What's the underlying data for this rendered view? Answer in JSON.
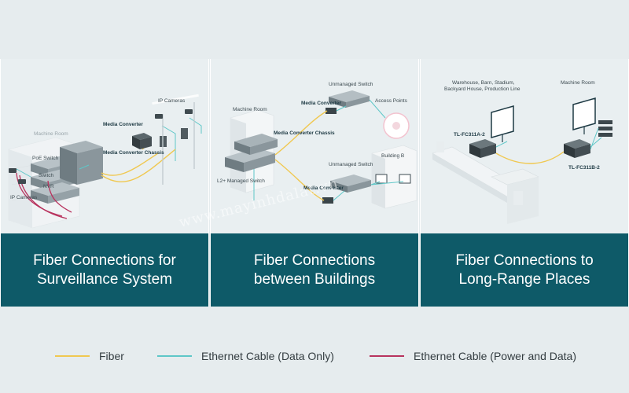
{
  "colors": {
    "fiber": "#f0c850",
    "ethernet_data": "#5ec7c8",
    "ethernet_power": "#b8335e",
    "caption_bg": "#0e5a68"
  },
  "panels": [
    {
      "title_line1": "Fiber Connections for",
      "title_line2": "Surveillance System",
      "labels": {
        "ip_cameras_top": "IP Cameras",
        "media_converter": "Media Converter",
        "media_converter_chassis": "Media Converter Chassis",
        "machine_room": "Machine Room",
        "poe_switch": "PoE Switch",
        "switch": "Switch",
        "nvr": "NVR",
        "ip_cameras_left": "IP Cameras"
      }
    },
    {
      "title_line1": "Fiber Connections",
      "title_line2": "between Buildings",
      "labels": {
        "unmanaged_switch_top": "Unmanaged Switch",
        "media_converter_top": "Media Converter",
        "access_points": "Access Points",
        "machine_room": "Machine Room",
        "media_converter_chassis": "Media Converter Chassis",
        "building_b": "Building B",
        "unmanaged_switch_bottom": "Unmanaged Switch",
        "l2_managed_switch": "L2+ Managed Switch",
        "media_converter_bottom": "Media Converter"
      }
    },
    {
      "title_line1": "Fiber Connections to",
      "title_line2": "Long-Range Places",
      "labels": {
        "warehouse": "Warehouse, Barn, Stadium, Backyard House, Production Line",
        "machine_room": "Machine Room",
        "tl_a": "TL-FC311A-2",
        "tl_b": "TL-FC311B-2"
      }
    }
  ],
  "legend": [
    {
      "label": "Fiber",
      "color": "#f0c850"
    },
    {
      "label": "Ethernet Cable (Data Only)",
      "color": "#5ec7c8"
    },
    {
      "label": "Ethernet Cable (Power and Data)",
      "color": "#b8335e"
    }
  ],
  "watermark": "www.mayinhdalat.vn"
}
